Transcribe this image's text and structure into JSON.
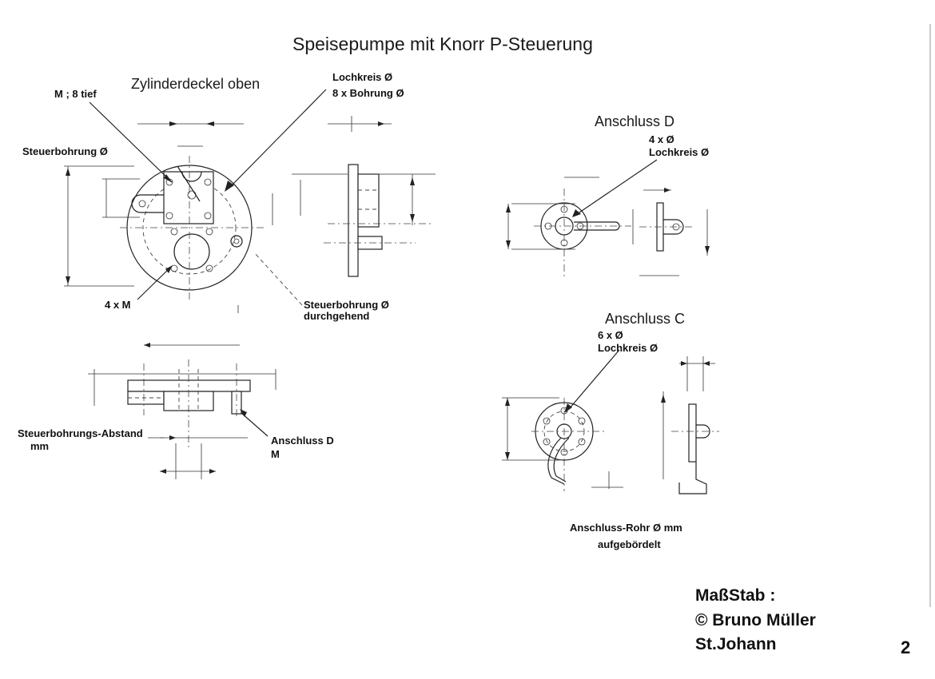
{
  "sheet": {
    "title": "Speisepumpe mit Knorr P-Steuerung",
    "page_number": "2"
  },
  "top_view": {
    "heading": "Zylinderdeckel oben",
    "label_m_thread": "M     ; 8 tief",
    "label_lochkreis": "Lochkreis Ø",
    "label_bohrungen": "8 x Bohrung Ø",
    "label_steuerbohrung": "Steuerbohrung Ø",
    "label_4xm": "4 x M",
    "label_steuer_durch_1": "Steuerbohrung Ø",
    "label_steuer_durch_2": "durchgehend"
  },
  "side_view": {
    "label_abstand": "Steuerbohrungs-Abstand",
    "label_mm": "mm",
    "label_anschluss_d": "Anschluss D",
    "label_m": "M"
  },
  "anschluss_d": {
    "heading": "Anschluss  D",
    "label_holes": "4 x Ø",
    "label_lochkreis": "Lochkreis Ø"
  },
  "anschluss_c": {
    "heading": "Anschluss  C",
    "label_holes": "6 x Ø",
    "label_lochkreis": "Lochkreis Ø",
    "label_rohr_1": "Anschluss-Rohr Ø   mm",
    "label_rohr_2": "aufgebördelt"
  },
  "credits": {
    "massstab": "MaßStab    :",
    "author": "©  Bruno Müller",
    "place": "St.Johann"
  }
}
